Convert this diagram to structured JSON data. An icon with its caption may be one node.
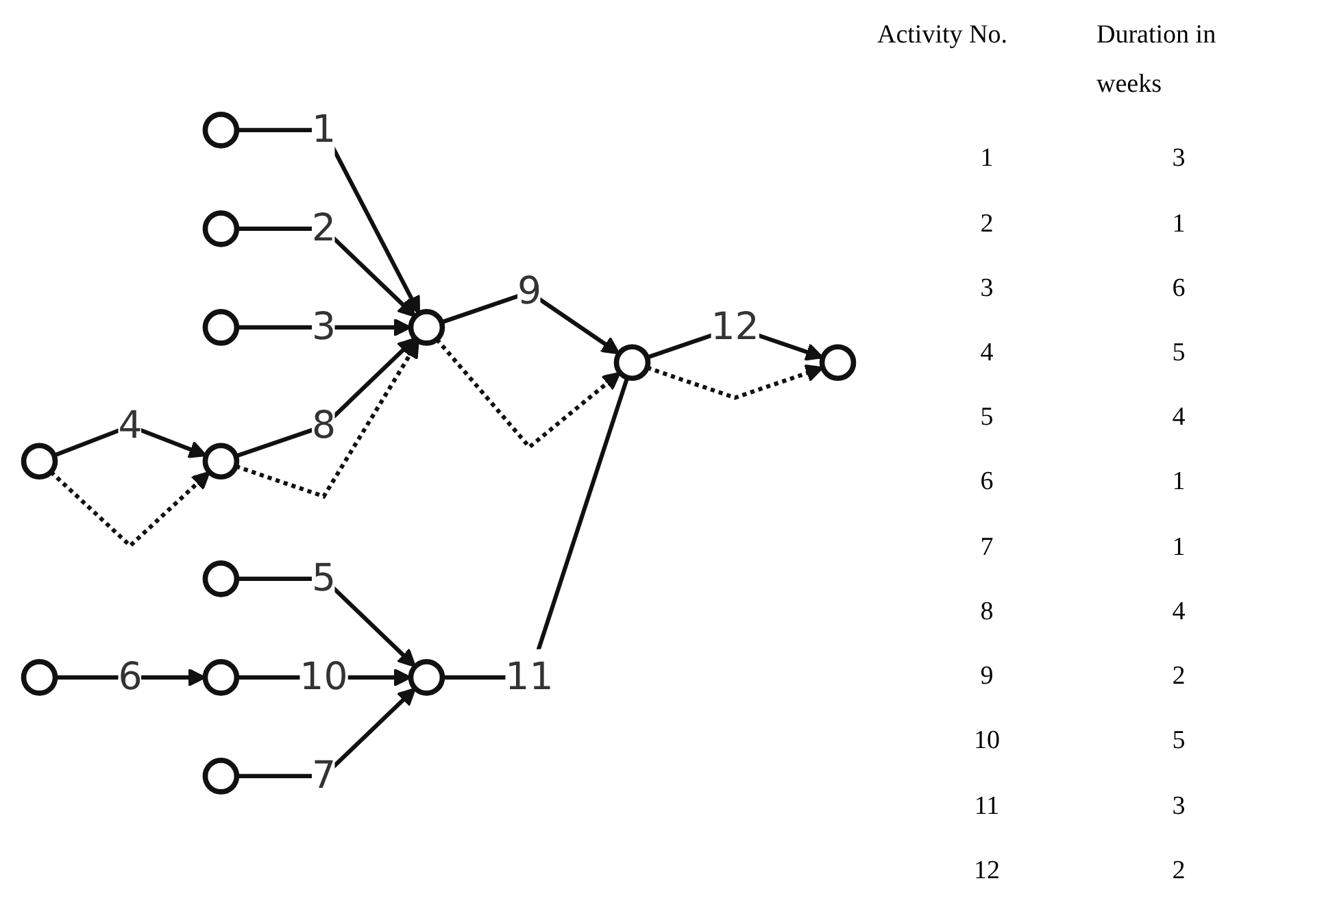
{
  "diagram": {
    "nodes": [
      {
        "text": [],
        "shape": "circle"
      },
      {
        "text": [],
        "shape": "circle"
      },
      {
        "text": [],
        "shape": "circle"
      },
      {
        "text": [],
        "shape": "circle"
      },
      {
        "text": [],
        "shape": "circle"
      },
      {
        "text": [],
        "shape": "circle"
      },
      {
        "text": [],
        "shape": "circle"
      },
      {
        "text": [],
        "shape": "circle"
      },
      {
        "text": [],
        "shape": "circle"
      },
      {
        "text": [],
        "shape": "circle"
      },
      {
        "text": [],
        "shape": "circle"
      },
      {
        "text": [],
        "shape": "circle"
      },
      {
        "text": [],
        "shape": "circle"
      }
    ],
    "edges": [
      {
        "from": 0,
        "to": 2,
        "arrow": "to",
        "label": "1"
      },
      {
        "from": 1,
        "to": 2,
        "arrow": "to",
        "label": "2"
      },
      {
        "from": 5,
        "to": 2,
        "arrow": "to",
        "label": "3"
      },
      {
        "from": 8,
        "to": 6,
        "arrow": "to",
        "label": "4"
      },
      {
        "from": 8,
        "to": 6,
        "arrow": "to",
        "style": "dashed"
      },
      {
        "from": 6,
        "to": 2,
        "arrow": "to",
        "label": "8"
      },
      {
        "from": 6,
        "to": 2,
        "arrow": "to",
        "style": "dashed"
      },
      {
        "from": 2,
        "to": 3,
        "arrow": "to",
        "label": "9"
      },
      {
        "from": 2,
        "to": 3,
        "arrow": "to",
        "style": "dashed"
      },
      {
        "from": 3,
        "to": 4,
        "arrow": "to",
        "label": "12"
      },
      {
        "from": 3,
        "to": 4,
        "arrow": "to",
        "style": "dashed"
      },
      {
        "from": 7,
        "to": 3,
        "arrow": "none",
        "label": "11"
      },
      {
        "from": 9,
        "to": 7,
        "arrow": "to",
        "label": "5"
      },
      {
        "from": 10,
        "to": 7,
        "arrow": "to",
        "label": "10"
      },
      {
        "from": 11,
        "to": 7,
        "arrow": "to",
        "label": "7"
      },
      {
        "from": 12,
        "to": 10,
        "arrow": "to",
        "label": "6"
      }
    ],
    "labels": [
      "Activity No.",
      "Duration in weeks",
      "1",
      "3",
      "2",
      "1",
      "3",
      "6",
      "4",
      "5",
      "5",
      "4",
      "6",
      "1",
      "7",
      "1",
      "8",
      "4",
      "9",
      "2",
      "10",
      "5",
      "11",
      "3",
      "12",
      "2"
    ]
  }
}
